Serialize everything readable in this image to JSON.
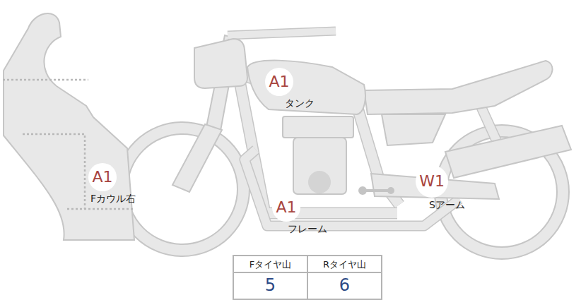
{
  "diagram": {
    "nodes": [
      {
        "text": [
          "A1",
          "タンク"
        ]
      },
      {
        "text": [
          "A1",
          "Fカウル右"
        ]
      },
      {
        "text": [
          "W1",
          "Sアーム"
        ]
      },
      {
        "text": [
          "A1",
          "フレーム"
        ]
      }
    ],
    "labels": [
      "Fタイヤ山",
      "Rタイヤ山",
      "5",
      "6"
    ]
  }
}
